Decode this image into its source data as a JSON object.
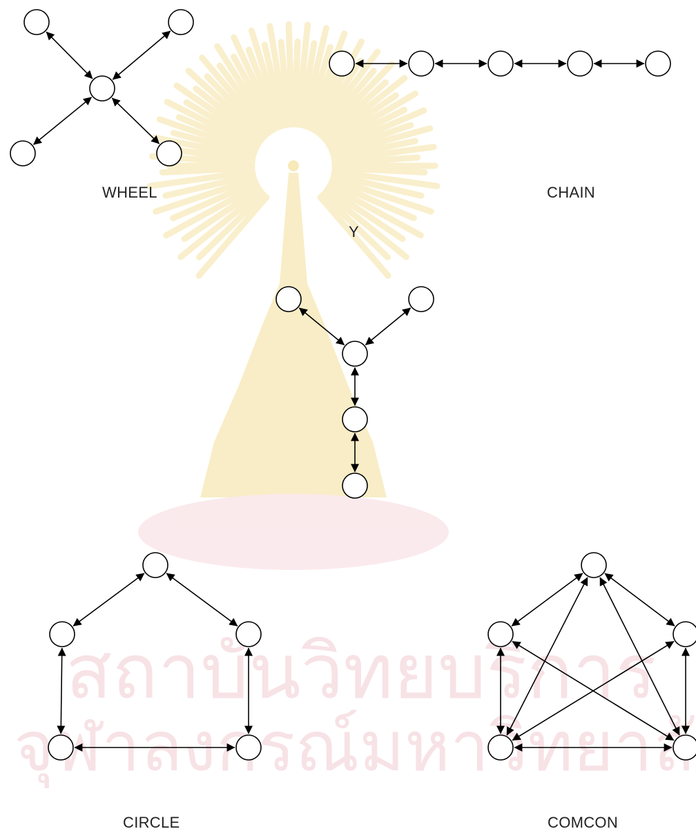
{
  "colors": {
    "stroke": "#000000",
    "watermark_gold": "#f5e3a3",
    "watermark_pink": "#f6dfe3",
    "label": "#222222"
  },
  "watermark": {
    "line1": "สถาบันวิทยบริการ",
    "line2": "จุฬาลงกรณ์มหาวิทยาลัย"
  },
  "networks": [
    {
      "id": "wheel",
      "label": "WHEEL",
      "nodes": 5
    },
    {
      "id": "chain",
      "label": "CHAIN",
      "nodes": 5
    },
    {
      "id": "y",
      "label": "Y",
      "nodes": 5
    },
    {
      "id": "circle",
      "label": "CIRCLE",
      "nodes": 5
    },
    {
      "id": "comcon",
      "label": "COMCON",
      "nodes": 5
    }
  ]
}
